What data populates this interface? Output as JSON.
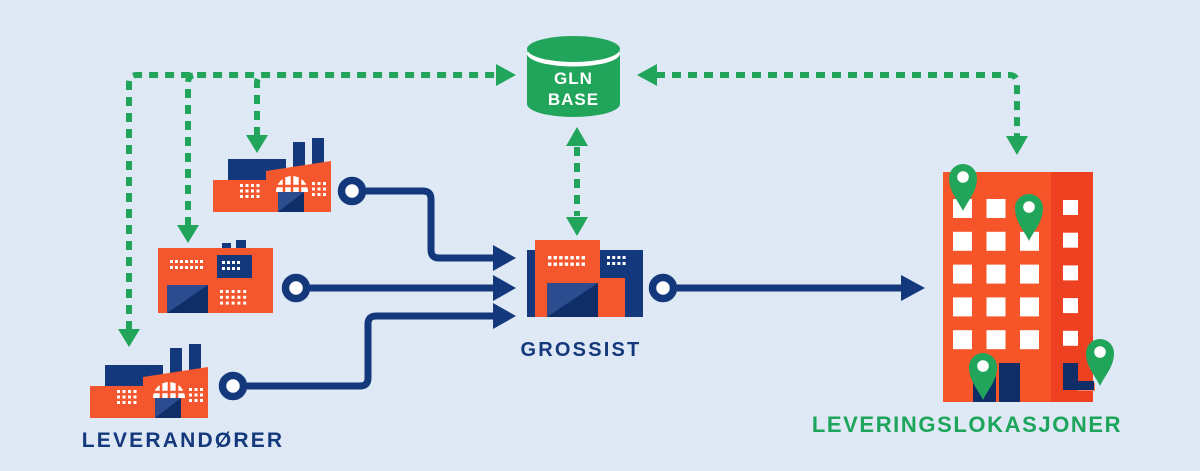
{
  "diagram": {
    "title": "GLN Base supply-chain data flow",
    "background_color": "#dfe9f5",
    "colors": {
      "green": "#21a55b",
      "navy": "#14387c",
      "orange": "#f4572d",
      "building_front_orange": "#f65429",
      "building_side_orange": "#ee4121",
      "door_navy": "#0f2d67",
      "door_highlight_navy": "#2b4c8f",
      "white": "#ffffff"
    },
    "nodes": {
      "gln_base": {
        "line1": "GLN",
        "line2": "BASE",
        "icon": "database-cylinder-icon"
      },
      "suppliers": {
        "label": "LEVERANDØRER",
        "icon": "factory-icon",
        "count": 3
      },
      "wholesaler": {
        "label": "GROSSIST",
        "icon": "warehouse-icon"
      },
      "delivery_locations": {
        "label": "LEVERINGSLOKASJONER",
        "icon": "apartment-building-icon",
        "pin_count": 4,
        "pin_icon": "location-pin-icon"
      }
    },
    "connections": [
      {
        "from": "suppliers (3 factories)",
        "to": "gln_base",
        "style": "green-dashed",
        "arrowheads": "both (down into each factory, right into GLN Base)"
      },
      {
        "from": "gln_base",
        "to": "wholesaler",
        "style": "green-dashed",
        "arrowheads": "both (bidirectional vertical)"
      },
      {
        "from": "delivery_locations",
        "to": "gln_base",
        "style": "green-dashed",
        "arrowheads": "both (left into GLN Base, down into building)"
      },
      {
        "from": "supplier-factory-1",
        "to": "wholesaler",
        "style": "navy-solid",
        "start": "ring-connector",
        "end": "right-arrow"
      },
      {
        "from": "supplier-factory-2",
        "to": "wholesaler",
        "style": "navy-solid",
        "start": "ring-connector",
        "end": "right-arrow"
      },
      {
        "from": "supplier-factory-3",
        "to": "wholesaler",
        "style": "navy-solid",
        "start": "ring-connector",
        "end": "right-arrow"
      },
      {
        "from": "wholesaler",
        "to": "delivery_locations",
        "style": "navy-solid",
        "start": "ring-connector",
        "end": "right-arrow"
      }
    ]
  }
}
